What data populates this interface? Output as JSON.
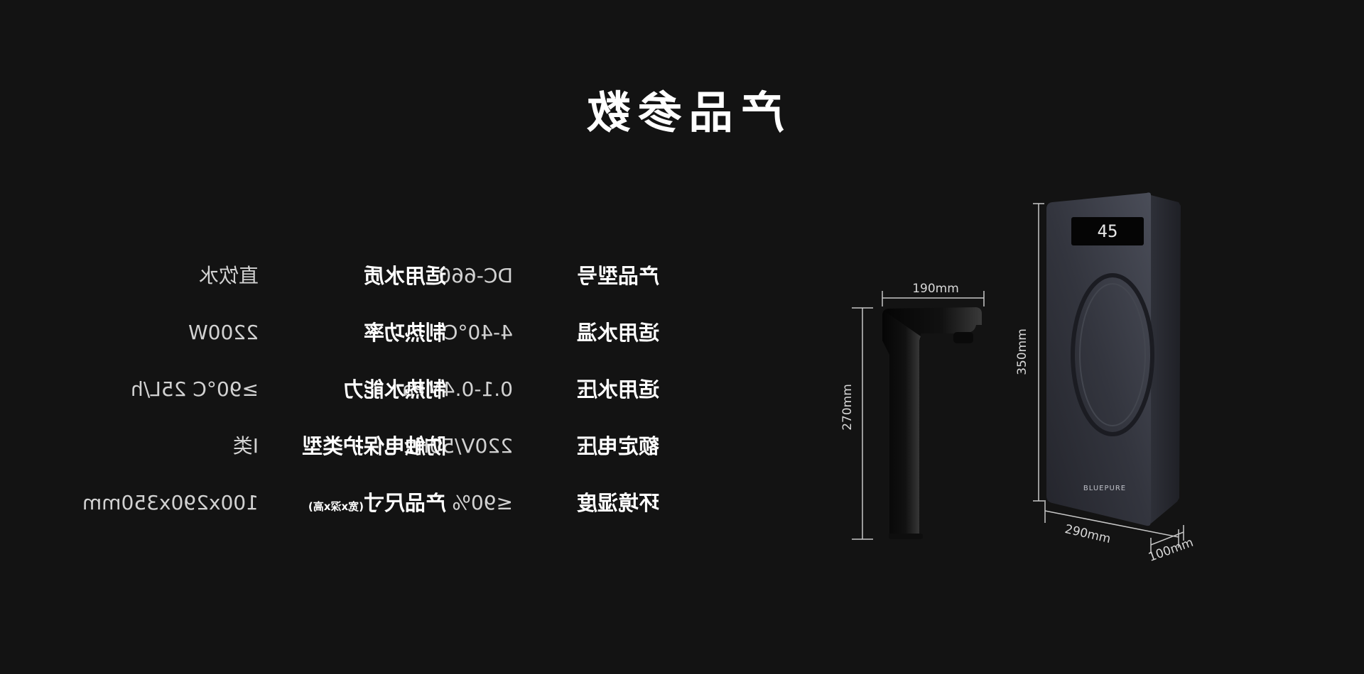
{
  "title": "产品参数",
  "specs_left": [
    {
      "label": "产品型号",
      "value": "DC-660"
    },
    {
      "label": "适用水温",
      "value": "4-40°C"
    },
    {
      "label": "适用水压",
      "value": "0.1-0.4MPa"
    },
    {
      "label": "额定电压",
      "value": "220V/50Hz"
    },
    {
      "label": "环境湿度",
      "value": "≤90%"
    }
  ],
  "specs_right": [
    {
      "label": "适用水质",
      "value": "直饮水"
    },
    {
      "label": "制热功率",
      "value": "2200W"
    },
    {
      "label": "制热水能力",
      "value": "≥90°C 25L/h"
    },
    {
      "label": "防触电保护类型",
      "value": "I类"
    },
    {
      "label": "产品尺寸",
      "label_note": "(宽x深x高)",
      "value": "100x290x350mm"
    }
  ],
  "dimensions": {
    "faucet_width": "190mm",
    "faucet_height": "270mm",
    "unit_height": "350mm",
    "unit_depth": "290mm",
    "unit_width": "100mm"
  },
  "device": {
    "display_value": "45",
    "brand": "BLUEPURE"
  },
  "colors": {
    "background": "#131313",
    "device_body": "#2e3039",
    "faucet": "#0d0d0d"
  }
}
